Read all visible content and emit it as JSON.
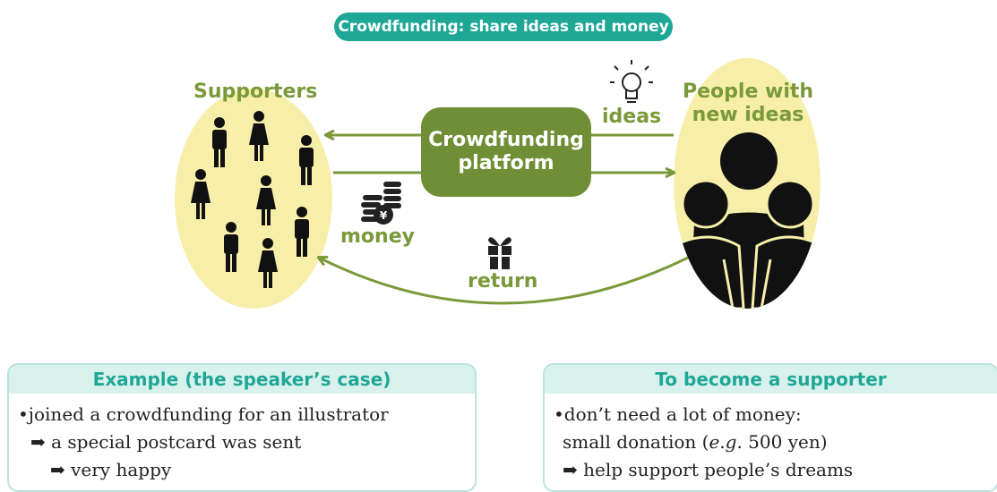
{
  "title": "Crowdfunding: share ideas and money",
  "labels": {
    "supporters": "Supporters",
    "people_with_new_ideas_line1": "People with",
    "people_with_new_ideas_line2": "new ideas",
    "platform_line1": "Crowdfunding",
    "platform_line2": "platform",
    "ideas": "ideas",
    "money": "money",
    "return": "return"
  },
  "example_box": {
    "heading": "Example (the speaker’s case)",
    "line1": "•joined a crowdfunding for an illustrator",
    "line2": "➡ a special postcard was sent",
    "line3": "➡ very happy"
  },
  "supporter_box": {
    "heading": "To become a supporter",
    "line1": "•don’t need a lot of money:",
    "line2_before": "small donation (",
    "line2_eg": "e.g.",
    "line2_after": " 500 yen)",
    "line3": "➡ help support people’s dreams"
  },
  "colors": {
    "teal": "#1fa796",
    "olive": "#6f8e35",
    "ellipse_fill": "#f7efa9",
    "arrow": "#7a9a3a"
  },
  "icons": [
    "person-icon",
    "lightbulb-icon",
    "coins-icon",
    "gift-icon"
  ]
}
